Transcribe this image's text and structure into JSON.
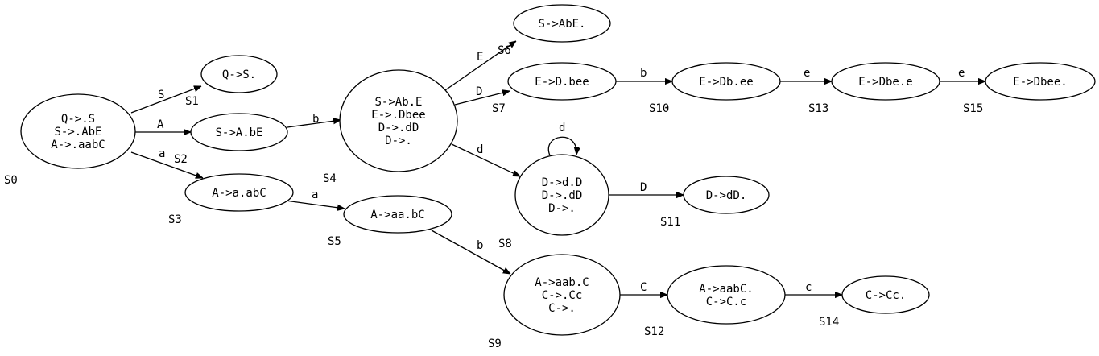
{
  "states": [
    {
      "id": "S0",
      "label": "S0",
      "items": [
        "Q->.S",
        "S->.AbE",
        "A->.aabC"
      ]
    },
    {
      "id": "S1",
      "label": "S1",
      "items": [
        "Q->S."
      ]
    },
    {
      "id": "S2",
      "label": "S2",
      "items": [
        "S->A.bE"
      ]
    },
    {
      "id": "S3",
      "label": "S3",
      "items": [
        "A->a.abC"
      ]
    },
    {
      "id": "S4",
      "label": "S4",
      "items": [
        "S->Ab.E",
        "E->.Dbee",
        "D->.dD",
        "D->."
      ]
    },
    {
      "id": "S5",
      "label": "S5",
      "items": [
        "A->aa.bC"
      ]
    },
    {
      "id": "S6",
      "label": "S6",
      "items": [
        "S->AbE."
      ]
    },
    {
      "id": "S7",
      "label": "S7",
      "items": [
        "E->D.bee"
      ]
    },
    {
      "id": "S8",
      "label": "S8",
      "items": [
        "D->d.D",
        "D->.dD",
        "D->."
      ]
    },
    {
      "id": "S9",
      "label": "S9",
      "items": [
        "A->aab.C",
        "C->.Cc",
        "C->."
      ]
    },
    {
      "id": "S10",
      "label": "S10",
      "items": [
        "E->Db.ee"
      ]
    },
    {
      "id": "S11",
      "label": "S11",
      "items": [
        "D->dD."
      ]
    },
    {
      "id": "S12",
      "label": "S12",
      "items": [
        "A->aabC.",
        "C->C.c"
      ]
    },
    {
      "id": "S13",
      "label": "S13",
      "items": [
        "E->Dbe.e"
      ]
    },
    {
      "id": "S14",
      "label": "S14",
      "items": [
        "C->Cc."
      ]
    },
    {
      "id": "S15",
      "label": "S15",
      "items": [
        "E->Dbee."
      ]
    }
  ],
  "transitions": [
    {
      "from": "S0",
      "to": "S1",
      "symbol": "S"
    },
    {
      "from": "S0",
      "to": "S2",
      "symbol": "A"
    },
    {
      "from": "S0",
      "to": "S3",
      "symbol": "a"
    },
    {
      "from": "S2",
      "to": "S4",
      "symbol": "b"
    },
    {
      "from": "S3",
      "to": "S5",
      "symbol": "a"
    },
    {
      "from": "S4",
      "to": "S6",
      "symbol": "E"
    },
    {
      "from": "S4",
      "to": "S7",
      "symbol": "D"
    },
    {
      "from": "S4",
      "to": "S8",
      "symbol": "d"
    },
    {
      "from": "S5",
      "to": "S9",
      "symbol": "b"
    },
    {
      "from": "S7",
      "to": "S10",
      "symbol": "b"
    },
    {
      "from": "S8",
      "to": "S8",
      "symbol": "d"
    },
    {
      "from": "S8",
      "to": "S11",
      "symbol": "D"
    },
    {
      "from": "S9",
      "to": "S12",
      "symbol": "C"
    },
    {
      "from": "S10",
      "to": "S13",
      "symbol": "e"
    },
    {
      "from": "S12",
      "to": "S14",
      "symbol": "c"
    },
    {
      "from": "S13",
      "to": "S15",
      "symbol": "e"
    }
  ]
}
